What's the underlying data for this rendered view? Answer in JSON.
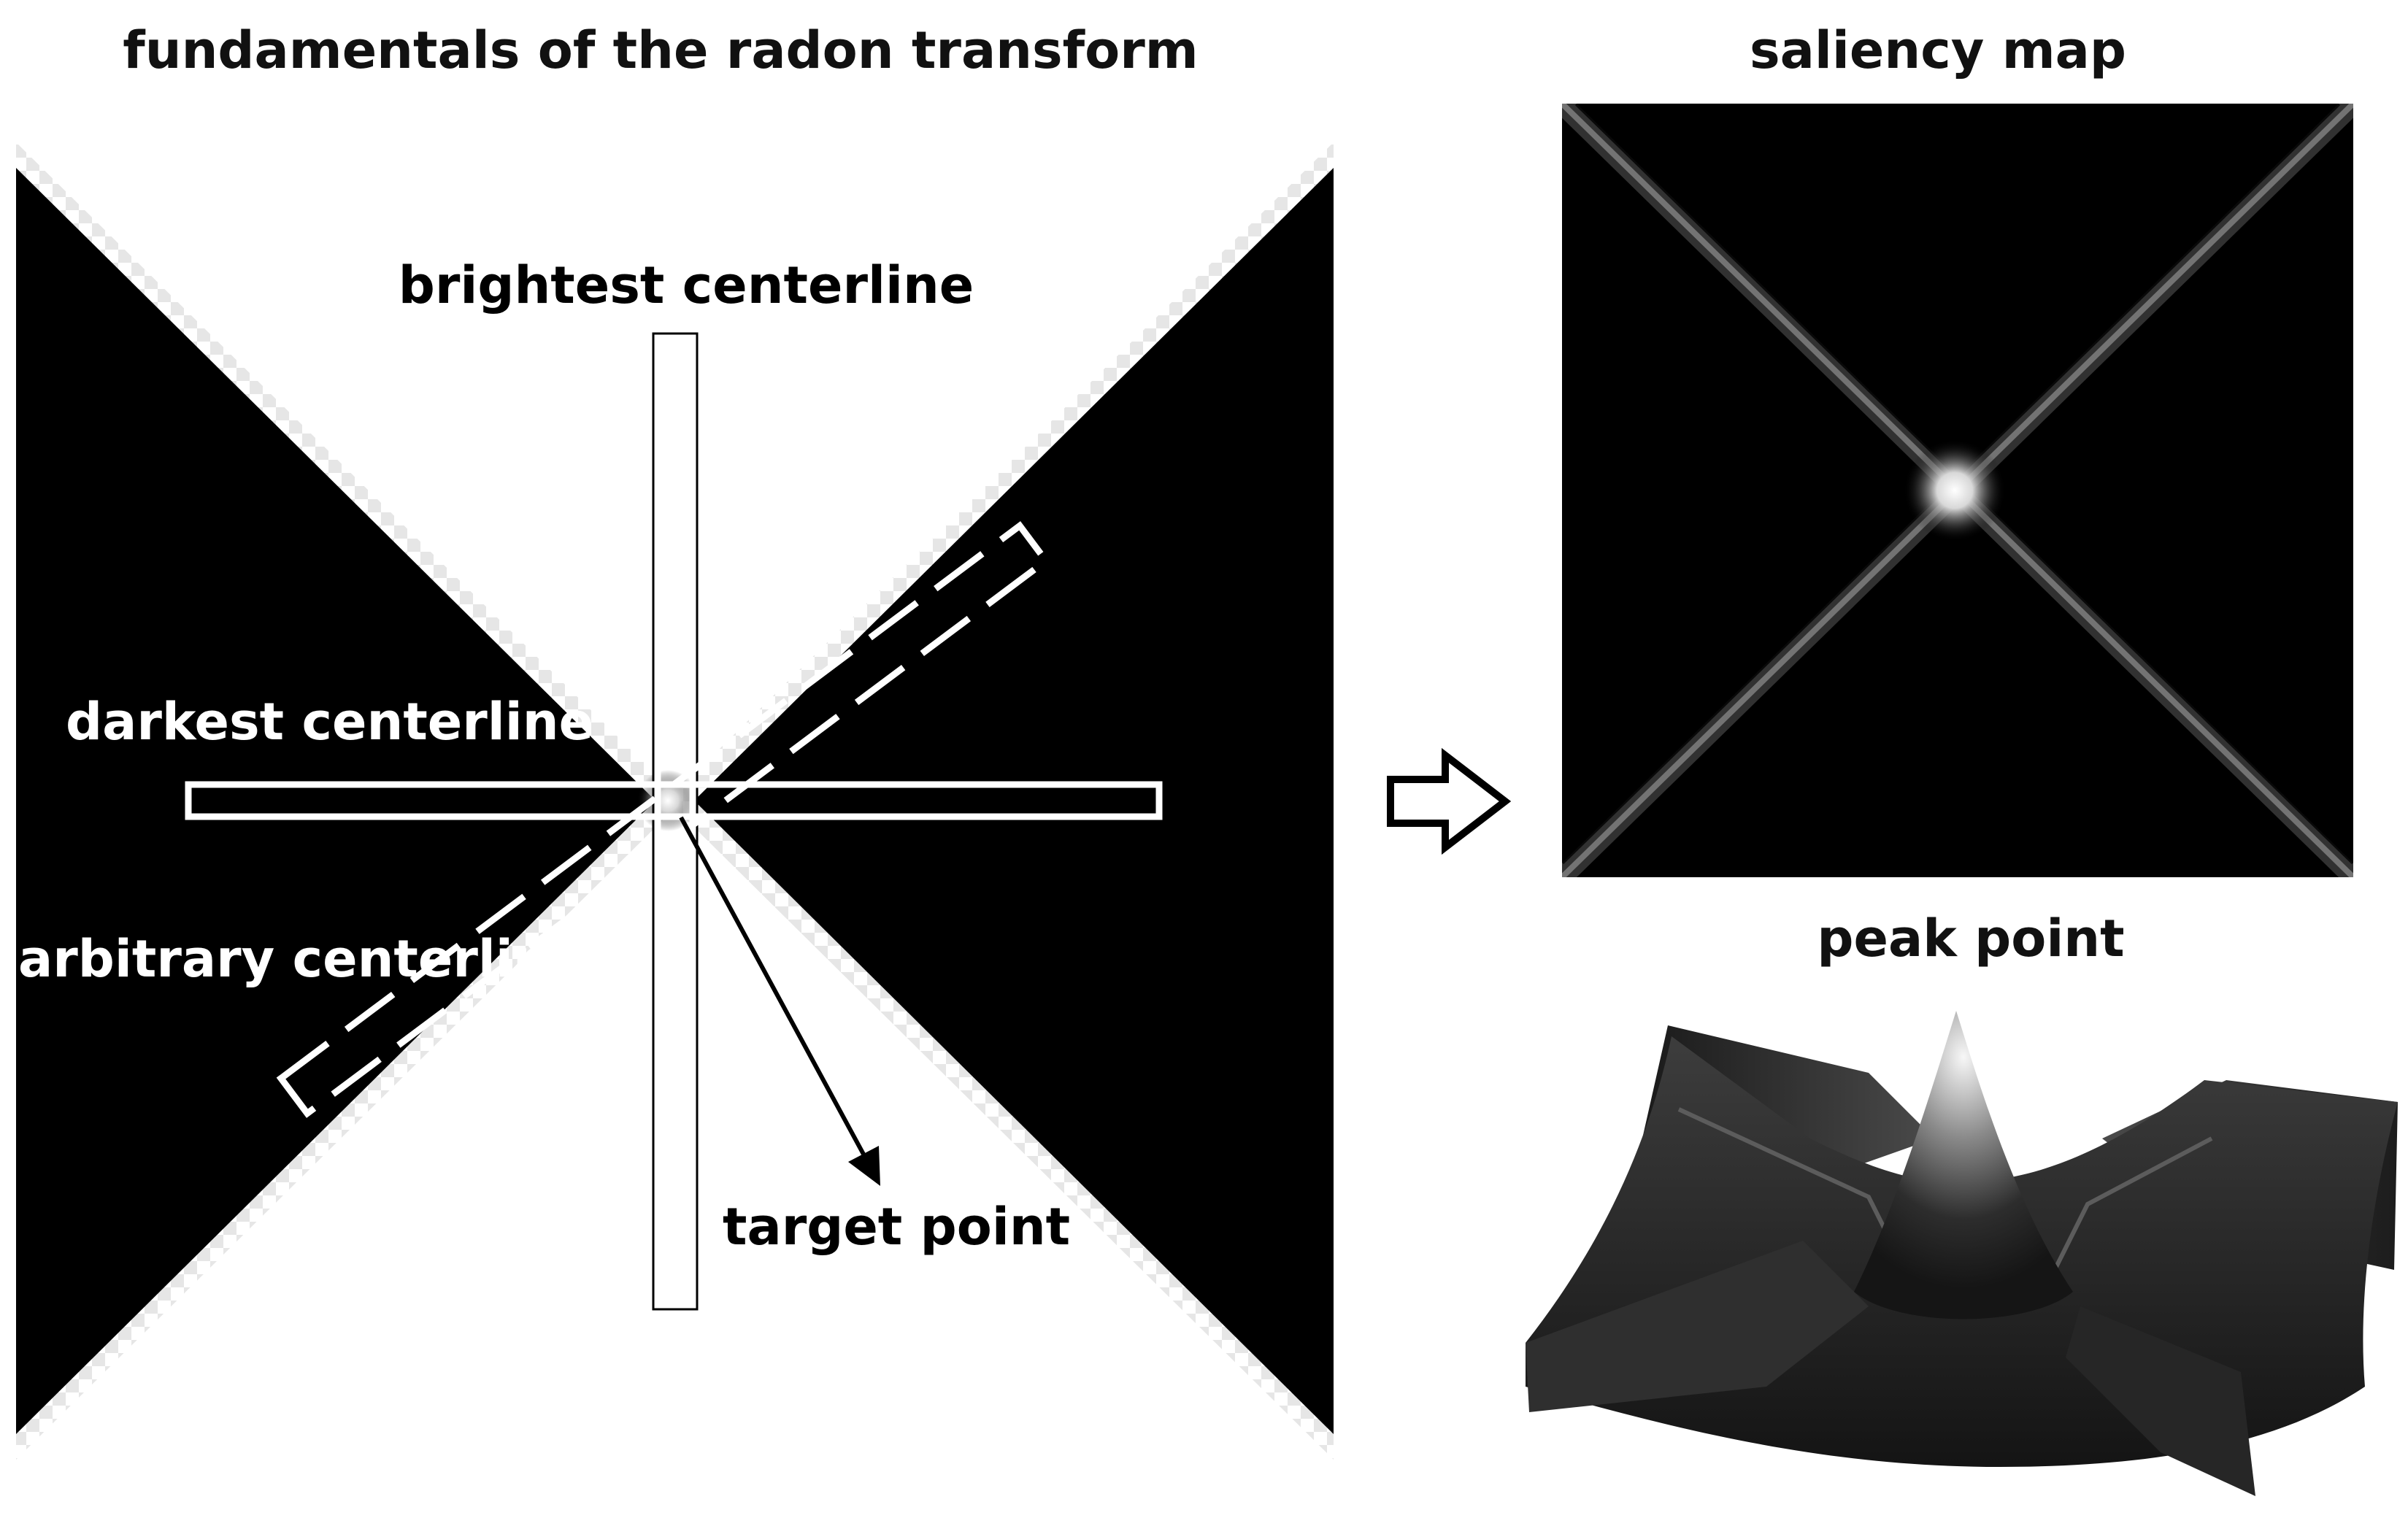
{
  "left_panel": {
    "title": "fundamentals of the radon transform",
    "labels": {
      "brightest": "brightest centerline",
      "darkest": "darkest centerline",
      "arbitrary": "arbitrary centerline",
      "target": "target point"
    }
  },
  "right_panel": {
    "saliency_title": "saliency map",
    "peak_title": "peak point"
  },
  "colors": {
    "background": "#ffffff",
    "image_black": "#000000",
    "outline_white": "#ffffff",
    "arrow_black": "#000000"
  },
  "icons": {
    "flow_arrow": "hollow-right-arrow-icon",
    "pointer": "arrow-pointer-icon"
  }
}
